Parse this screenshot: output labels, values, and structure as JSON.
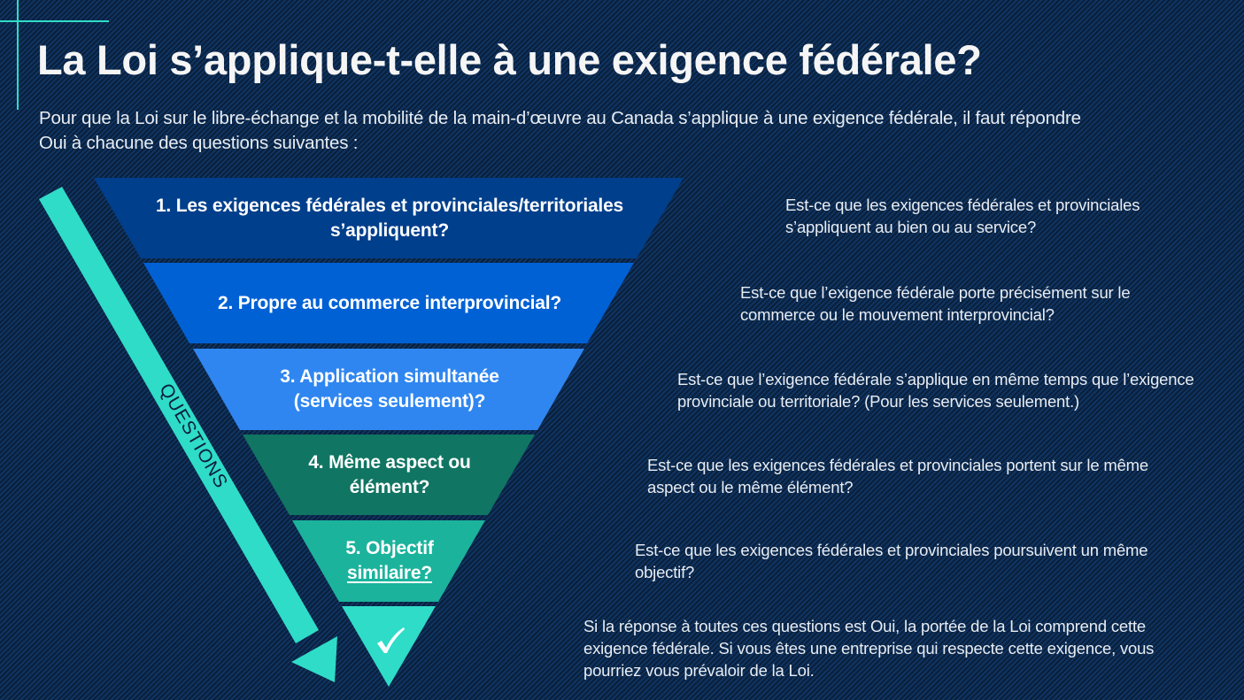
{
  "slide": {
    "title": "La Loi s’applique-t-elle à une exigence fédérale?",
    "subtitle": "Pour que la Loi sur le libre-échange et la mobilité de la main-d’œuvre au Canada s’applique à une exigence fédérale, il faut répondre Oui à chacune des questions suivantes :"
  },
  "arrow": {
    "label": "QUESTIONS",
    "color": "#2fdcc8"
  },
  "funnel": {
    "steps": [
      {
        "number": "1.",
        "label_line1": "1. Les exigences fédérales et provinciales/territoriales",
        "label_line2": "s’appliquent?",
        "color": "#003f8c",
        "description": "Est-ce que les exigences fédérales et provinciales s’appliquent au bien ou au service?"
      },
      {
        "number": "2.",
        "label_line1": "2. Propre au commerce interprovincial?",
        "label_line2": "",
        "color": "#0061d5",
        "description": "Est-ce que l’exigence fédérale porte précisément sur le commerce ou le mouvement interprovincial?"
      },
      {
        "number": "3.",
        "label_line1": "3. Application simultanée",
        "label_line2": "(services seulement)?",
        "color": "#2f86f0",
        "description": "Est-ce que l’exigence fédérale s’applique en même temps que l’exigence provinciale ou territoriale? (Pour les services seulement.)"
      },
      {
        "number": "4.",
        "label_line1": "4. Même aspect ou",
        "label_line2": "élément?",
        "color": "#107562",
        "description": "Est-ce que les exigences fédérales et provinciales portent sur le même aspect ou le même élément?"
      },
      {
        "number": "5.",
        "label_line1": "5. Objectif",
        "label_line2": "similaire?",
        "color": "#1bb39c",
        "description": "Est-ce que les exigences fédérales et provinciales poursuivent un même objectif?"
      }
    ],
    "final": {
      "icon": "checkmark-icon",
      "color": "#2fdcc8",
      "description": "Si la réponse à toutes ces questions est Oui, la portée de la Loi comprend cette exigence fédérale. Si vous êtes une entreprise qui respecte cette exigence, vous pourriez vous prévaloir de la Loi."
    }
  },
  "colors": {
    "background": "#0f2c52",
    "accent": "#2fdcc8",
    "text": "#f2f2f2"
  }
}
